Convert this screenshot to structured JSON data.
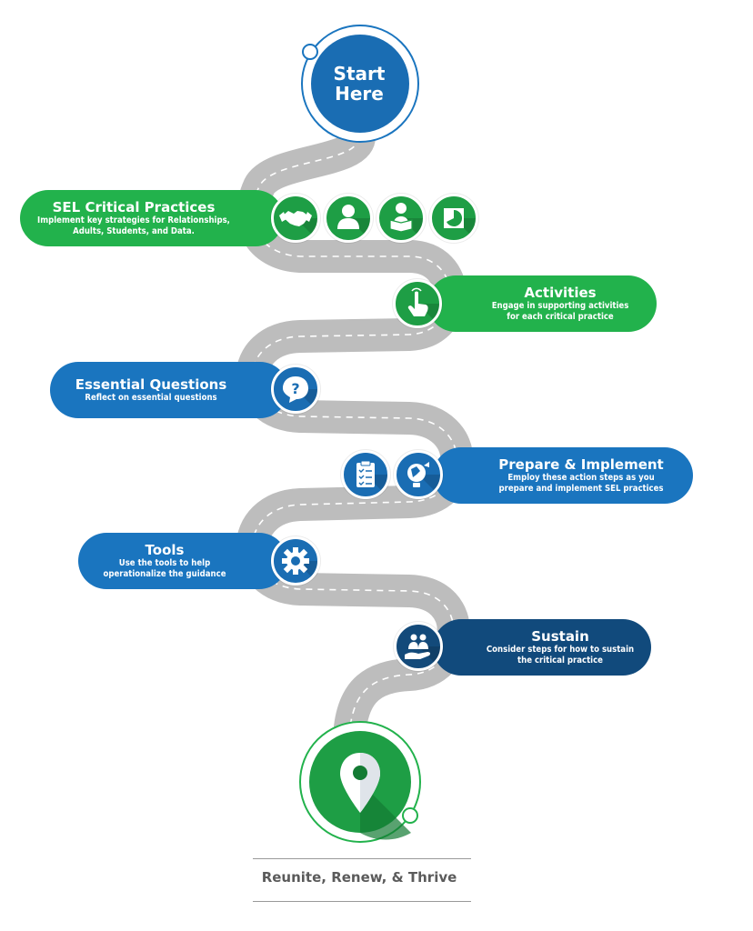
{
  "start": {
    "line1": "Start",
    "line2": "Here"
  },
  "steps": [
    {
      "title": "SEL Critical Practices",
      "desc_line1": "Implement key strategies for Relationships,",
      "desc_line2": "Adults, Students, and Data.",
      "icons": [
        "handshake-icon",
        "adult-person-icon",
        "student-reading-icon",
        "data-pie-chart-icon"
      ]
    },
    {
      "title": "Activities",
      "desc_line1": "Engage in supporting activities",
      "desc_line2": "for each critical practice",
      "icons": [
        "pointing-hand-icon"
      ]
    },
    {
      "title": "Essential Questions",
      "desc_line1": "Reflect on essential questions",
      "desc_line2": "",
      "icons": [
        "question-bubble-icon"
      ]
    },
    {
      "title": "Prepare & Implement",
      "desc_line1": "Employ these action steps as you",
      "desc_line2": "prepare and implement SEL practices",
      "icons": [
        "clipboard-checklist-icon",
        "globe-lightbulb-icon"
      ]
    },
    {
      "title": "Tools",
      "desc_line1": "Use the tools to help",
      "desc_line2": "operationalize the guidance",
      "icons": [
        "gear-wrench-icon"
      ]
    },
    {
      "title": "Sustain",
      "desc_line1": "Consider steps for how to sustain",
      "desc_line2": "the critical practice",
      "icons": [
        "hand-supporting-people-icon"
      ]
    }
  ],
  "end": {
    "icon": "map-pin-icon"
  },
  "footer": {
    "tagline": "Reunite, Renew, & Thrive"
  },
  "colors": {
    "green": "#22b24c",
    "blue": "#1a75bf",
    "navy": "#114a7c",
    "road": "#bdbdbd",
    "dash": "#ffffff"
  }
}
